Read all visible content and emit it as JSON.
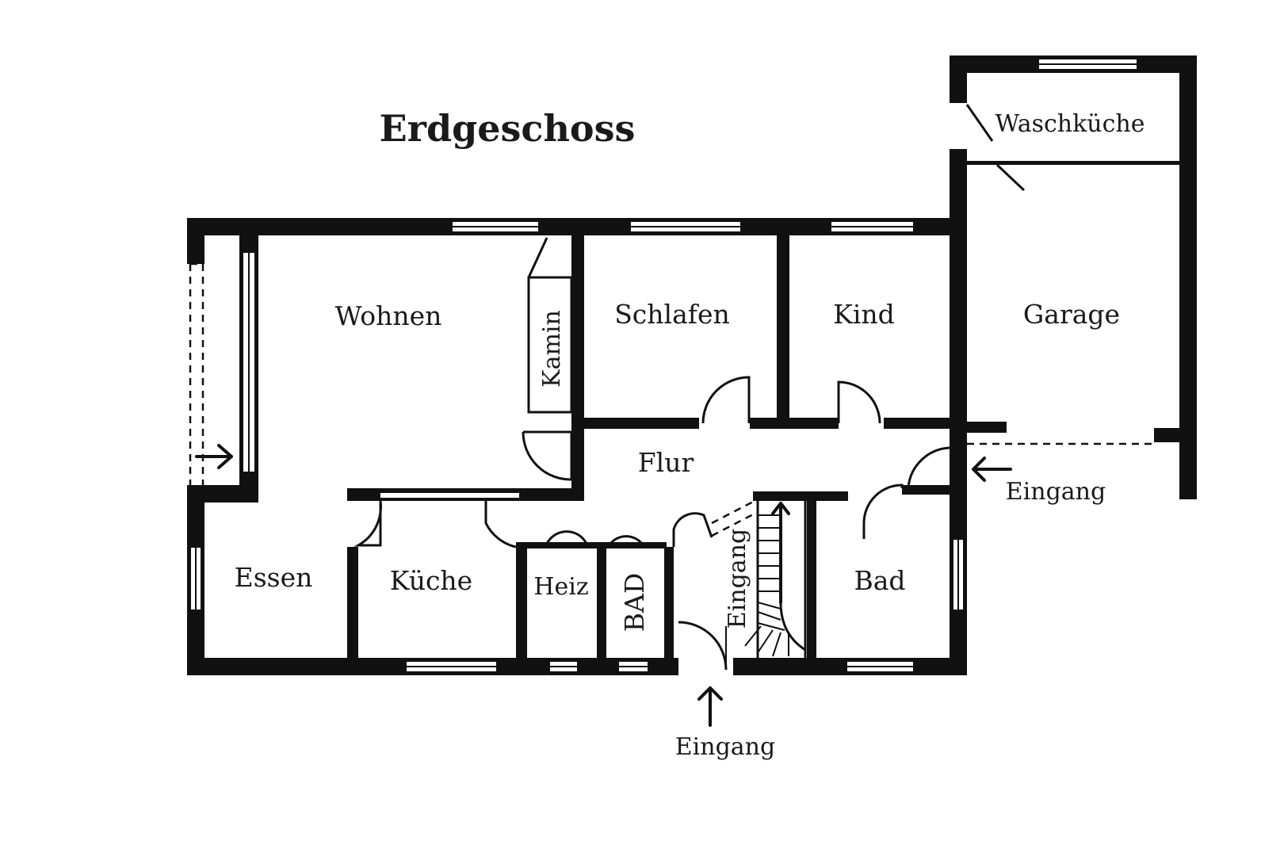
{
  "plan": {
    "title": "Erdgeschoss",
    "rooms": {
      "wohnen": "Wohnen",
      "kamin": "Kamin",
      "schlafen": "Schlafen",
      "kind": "Kind",
      "garage": "Garage",
      "waschkueche": "Waschküche",
      "flur": "Flur",
      "essen": "Essen",
      "kueche": "Küche",
      "heiz": "Heiz",
      "bad_small": "BAD",
      "bad": "Bad",
      "stair_entrance": "Eingang"
    },
    "entrances": {
      "east": "Eingang",
      "south": "Eingang"
    },
    "colors": {
      "wall": "#111111",
      "background": "#ffffff"
    }
  }
}
